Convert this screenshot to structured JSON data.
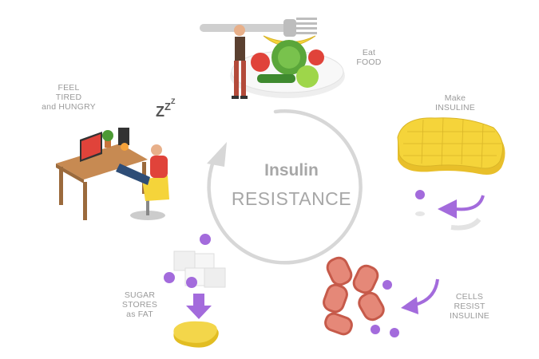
{
  "center": {
    "title_line1": "Insulin",
    "title_line2": "RESISTANCE"
  },
  "steps": {
    "eat": {
      "line1": "Eat",
      "line2": "FOOD"
    },
    "make": {
      "line1": "Make",
      "line2": "INSULINE"
    },
    "resist": {
      "line1": "CELLS",
      "line2": "RESIST",
      "line3": "INSULINE"
    },
    "store": {
      "line1": "SUGAR",
      "line2": "STORES",
      "line3": "as FAT"
    },
    "feel": {
      "line1": "FEEL",
      "line2": "TIRED",
      "line3": "and HUNGRY"
    }
  },
  "sleep_symbol": {
    "z1": "Z",
    "z2": "Z",
    "z3": "Z"
  },
  "colors": {
    "cycle_arrow": "#d7d7d7",
    "label_text": "#9a9a9a",
    "purple": "#a36bdc",
    "pancreas": "#f5d43a",
    "cells": "#e07a6a",
    "fat": "#f0cf3a"
  },
  "icons": [
    "fork-icon",
    "plate-icon",
    "pancreas-icon",
    "cell-icon",
    "sugar-cube-icon",
    "fat-icon",
    "desk-icon",
    "person-icon"
  ]
}
